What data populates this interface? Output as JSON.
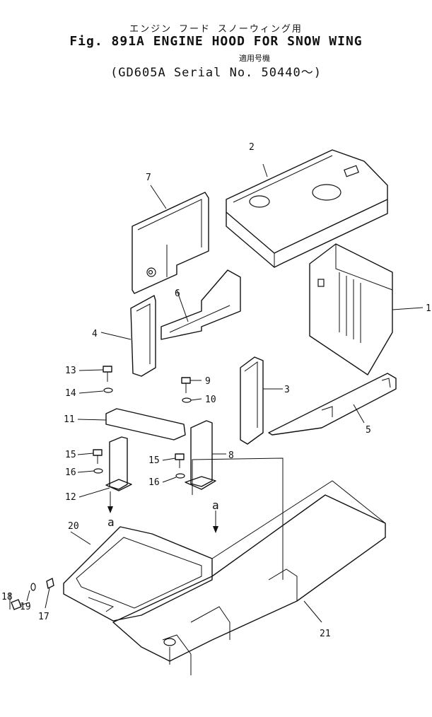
{
  "header": {
    "jp_title": "エンジン フード スノーウィング用",
    "en_title": "Fig. 891A ENGINE HOOD FOR SNOW WING",
    "jp_applicable": "適用号機",
    "serial": "(GD605A Serial No. 50440～)"
  },
  "callouts": {
    "p1": "1",
    "p2": "2",
    "p3": "3",
    "p4": "4",
    "p5": "5",
    "p6": "6",
    "p7": "7",
    "p8": "8",
    "p9": "9",
    "p10": "10",
    "p11": "11",
    "p12": "12",
    "p13": "13",
    "p14": "14",
    "p15a": "15",
    "p15b": "15",
    "p16a": "16",
    "p16b": "16",
    "p17": "17",
    "p18": "18",
    "p19": "19",
    "p20": "20",
    "p21": "21",
    "ref_a1": "a",
    "ref_a2": "a"
  }
}
